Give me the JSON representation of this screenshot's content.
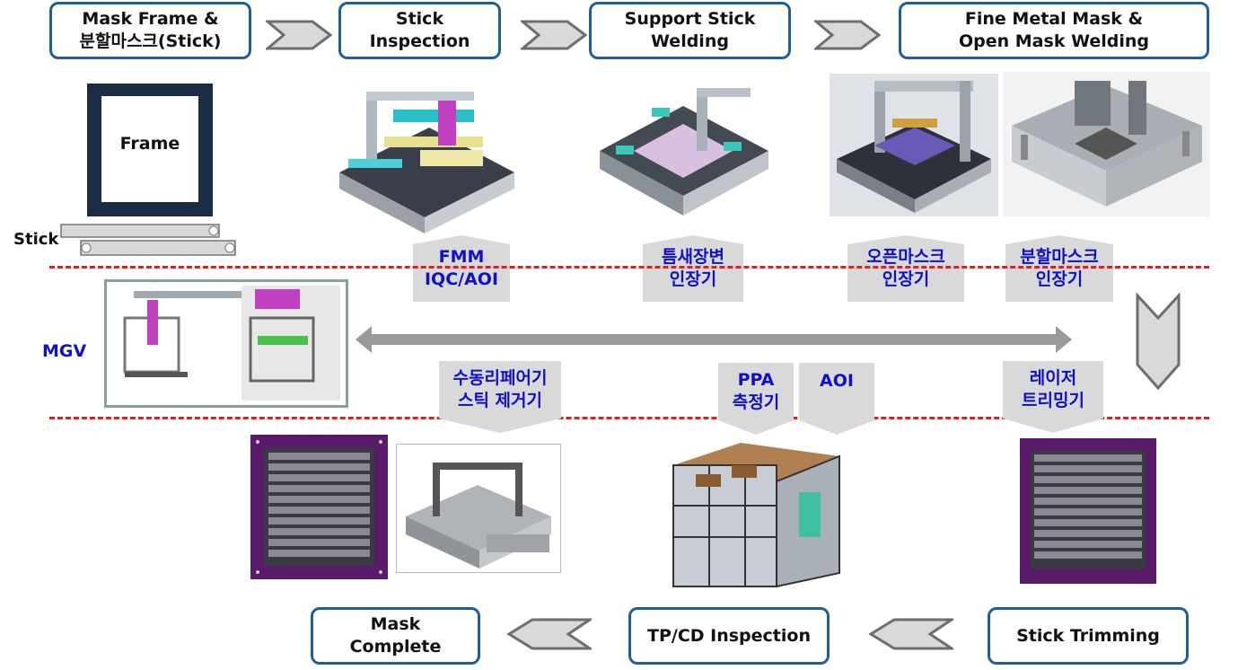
{
  "steps_top": [
    {
      "label": "Mask Frame  &\n분할마스크(Stick)"
    },
    {
      "label": "Stick\nInspection"
    },
    {
      "label": "Support Stick\nWelding"
    },
    {
      "label": "Fine Metal Mask &\nOpen Mask  Welding"
    }
  ],
  "steps_bottom": [
    {
      "label": "Mask\nComplete"
    },
    {
      "label": "TP/CD Inspection"
    },
    {
      "label": "Stick Trimming"
    }
  ],
  "frame_label": "Frame",
  "stick_label": "Stick",
  "mgv_label": "MGV",
  "equipment_tags": {
    "fmm_iqc": "FMM\nIQC/AOI",
    "support_tension": "틈새장변\n인장기",
    "open_mask_tension": "오픈마스크\n인장기",
    "split_mask_tension": "분할마스크\n인장기",
    "stick_remover": "수동리페어기\n스틱 제거기",
    "ppa": "PPA\n측정기",
    "aoi": "AOI",
    "laser_trim": "레이저\n트리밍기"
  },
  "colors": {
    "box_border": "#1f5f99",
    "tag_text": "#1010c8",
    "dashed_line": "#e02020",
    "arrow_gray": "#9a9a9a",
    "mask_purple": "#5a1a6a"
  }
}
